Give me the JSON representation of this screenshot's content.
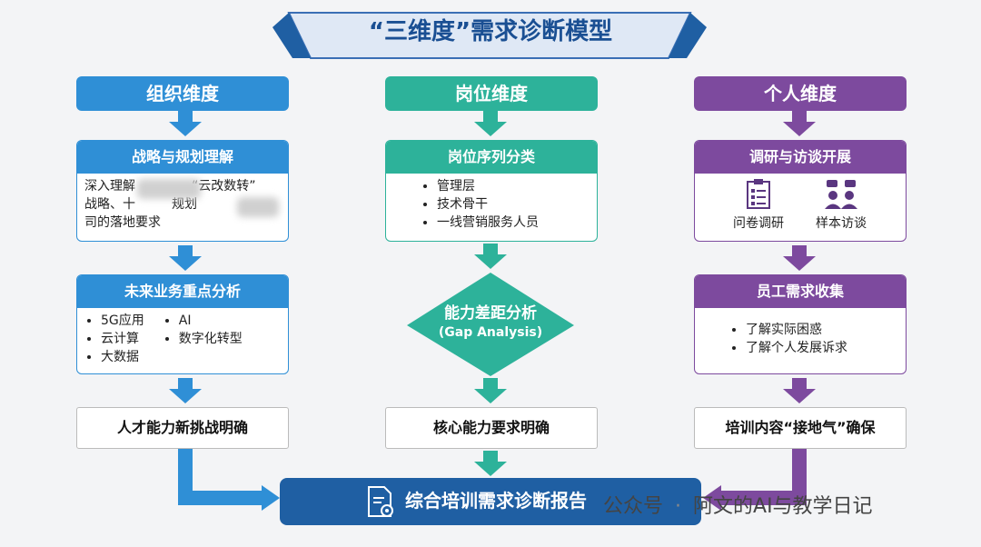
{
  "title": "“三维度”需求诊断模型",
  "columns": {
    "org": {
      "header": "组织维度",
      "card1": {
        "title": "战略与规划理解",
        "text": "深入理解",
        "line1_a": "深入理解",
        "line1_b": "“云改数转”",
        "line2_a": "战略、十",
        "line2_b": "规划",
        "line3": "司的落地要求"
      },
      "card2": {
        "title": "未来业务重点分析",
        "items_left": [
          "5G应用",
          "云计算",
          "大数据"
        ],
        "items_right": [
          "AI",
          "数字化转型"
        ]
      },
      "result": "人才能力新挑战明确"
    },
    "post": {
      "header": "岗位维度",
      "card1": {
        "title": "岗位序列分类",
        "items": [
          "管理层",
          "技术骨干",
          "一线营销服务人员"
        ]
      },
      "diamond": {
        "line1": "能力差距分析",
        "line2": "(Gap Analysis)"
      },
      "result": "核心能力要求明确"
    },
    "person": {
      "header": "个人维度",
      "card1": {
        "title": "调研与访谈开展",
        "icon1_label": "问卷调研",
        "icon2_label": "样本访谈"
      },
      "card2": {
        "title": "员工需求收集",
        "items": [
          "了解实际困惑",
          "了解个人发展诉求"
        ]
      },
      "result": "培训内容“接地气”确保"
    }
  },
  "report": "综合培训需求诊断报告",
  "watermark": {
    "part1": "公众号",
    "sep": "·",
    "part2": "阿文的AI与教学日记"
  },
  "colors": {
    "blue": "#2f8fd6",
    "teal": "#2db29a",
    "purple": "#7d4a9e",
    "navy": "#1f5fa3",
    "title": "#1a4f93"
  }
}
